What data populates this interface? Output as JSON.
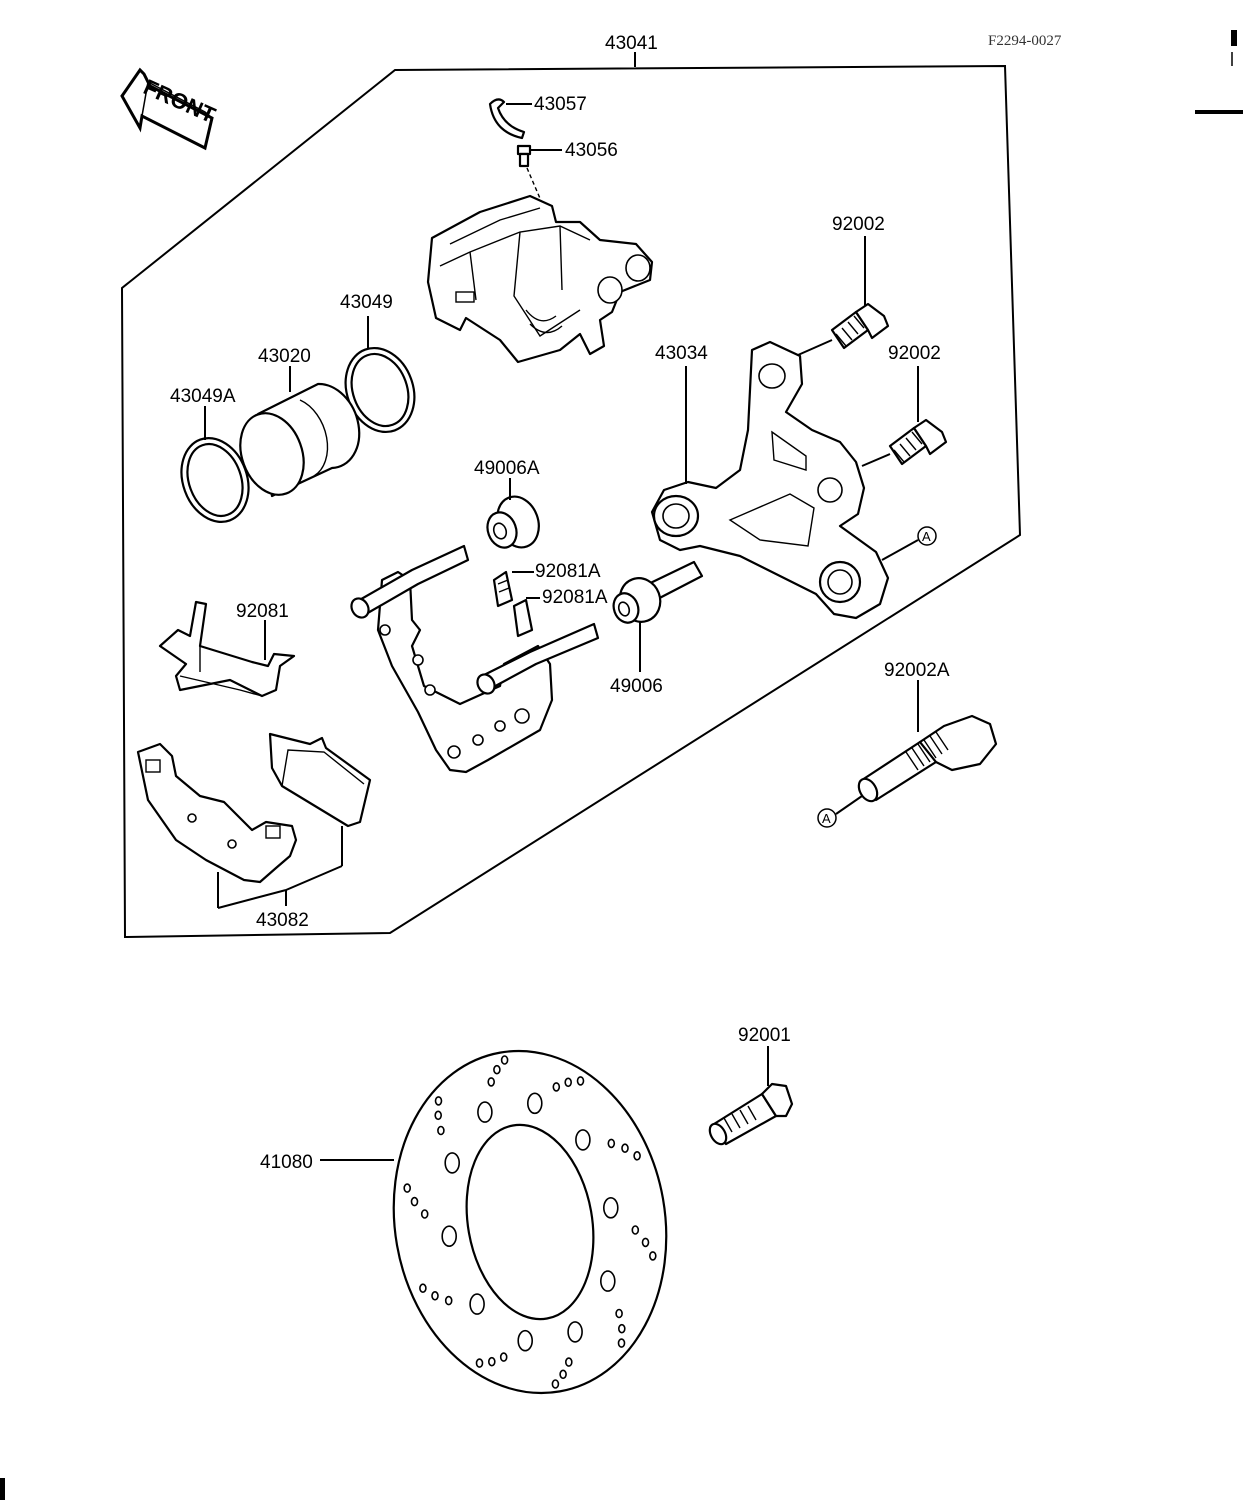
{
  "ref_code": "F2294-0027",
  "front_label": "FRONT",
  "assembly_label": "43041",
  "circle_marker": "A",
  "part_labels": {
    "p43057": "43057",
    "p43056": "43056",
    "p92002_top": "92002",
    "p92002_mid": "92002",
    "p43049": "43049",
    "p43020": "43020",
    "p43034": "43034",
    "p43049A": "43049A",
    "p49006A": "49006A",
    "p92081A_1": "92081A",
    "p92081A_2": "92081A",
    "p92081": "92081",
    "p49006": "49006",
    "p92002A": "92002A",
    "p43082": "43082",
    "p92001": "92001",
    "p41080": "41080"
  }
}
